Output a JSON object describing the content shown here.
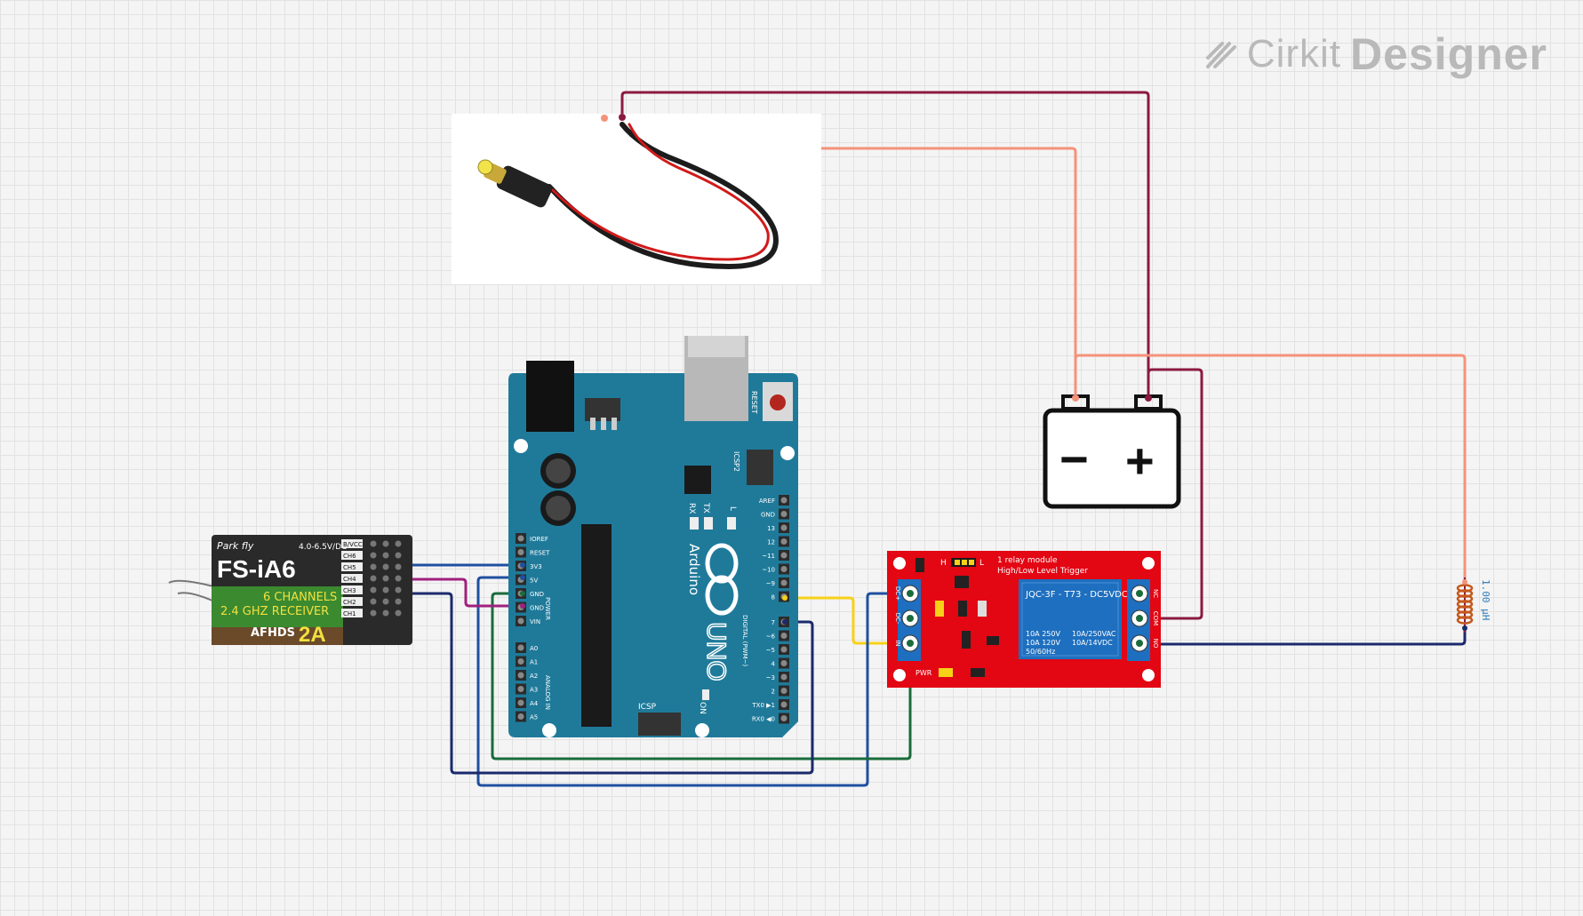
{
  "app": {
    "brand_left": "Cirkit",
    "brand_right": "Designer",
    "logo_icon": "cirkit-logo-icon"
  },
  "colors": {
    "canvas_bg": "#f4f4f4",
    "arduino_board": "#1f7a9a",
    "relay_board": "#e30613",
    "wire_maroon": "#8b1a3f",
    "wire_salmon": "#f5927a",
    "wire_navy": "#1a2a6c",
    "wire_blue": "#1f4fa0",
    "wire_green": "#1a6b3a",
    "wire_magenta": "#a0207e",
    "wire_yellow": "#f7d117"
  },
  "receiver": {
    "brand": "Park fly",
    "model": "FS-iA6",
    "voltage": "4.0-6.5V/DC",
    "line1": "6 CHANNELS",
    "line2": "2.4 GHZ RECEIVER",
    "line3": "AFHDS",
    "line4": "2A",
    "pins": [
      "B/VCC",
      "CH6",
      "CH5",
      "CH4",
      "CH3",
      "CH2",
      "CH1"
    ]
  },
  "arduino": {
    "logo_text": "Arduino",
    "model": "UNO",
    "reset": "RESET",
    "icsp2": "ICSP2",
    "icsp": "ICSP",
    "on": "ON",
    "tx": "TX",
    "rx": "RX",
    "l": "L",
    "power_label": "POWER",
    "analog_label": "ANALOG IN",
    "digital_label": "DIGITAL (PWM~)",
    "power_pins": [
      "IOREF",
      "RESET",
      "3V3",
      "5V",
      "GND",
      "GND",
      "VIN"
    ],
    "analog_pins": [
      "A0",
      "A1",
      "A2",
      "A3",
      "A4",
      "A5"
    ],
    "digital_top": [
      "AREF",
      "GND",
      "13",
      "12",
      "~11",
      "~10",
      "~9",
      "8"
    ],
    "digital_bottom": [
      "7",
      "~6",
      "~5",
      "4",
      "~3",
      "2",
      "TX0 ▶1",
      "RX0 ◀0"
    ]
  },
  "relay": {
    "title": "1 relay module",
    "subtitle": "High/Low Level Trigger",
    "model": "JQC-3F - T73 - DC5VDC",
    "spec_left": [
      "10A 250V",
      "10A 120V",
      "50/60Hz"
    ],
    "spec_right": [
      "10A/250VAC",
      "10A/14VDC"
    ],
    "h_label": "H",
    "l_label": "L",
    "pwr": "PWR",
    "left_pins": [
      "DC+",
      "DC-",
      "IN"
    ],
    "right_pins": [
      "NC",
      "COM",
      "NO"
    ]
  },
  "battery": {
    "minus": "−",
    "plus": "+"
  },
  "inductor": {
    "value": "1.00 µH"
  }
}
